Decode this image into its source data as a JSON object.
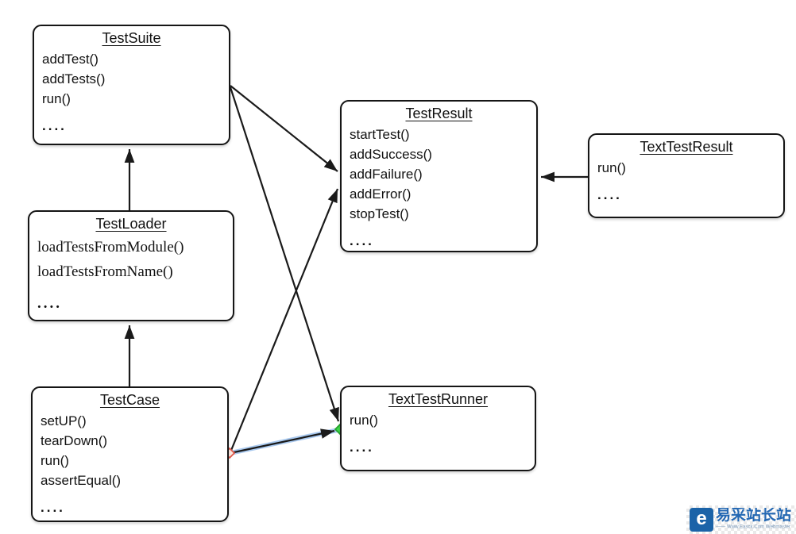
{
  "diagram": {
    "classes": [
      {
        "name": "TestSuite",
        "methods": [
          "addTest()",
          "addTests()",
          "run()",
          "...."
        ]
      },
      {
        "name": "TestLoader",
        "methods": [
          "loadTestsFromModule()",
          "loadTestsFromName()",
          "...."
        ]
      },
      {
        "name": "TestCase",
        "methods": [
          "setUP()",
          "tearDown()",
          "run()",
          "assertEqual()",
          "...."
        ]
      },
      {
        "name": "TestResult",
        "methods": [
          "startTest()",
          "addSuccess()",
          "addFailure()",
          "addError()",
          "stopTest()",
          "...."
        ]
      },
      {
        "name": "TextTestResult",
        "methods": [
          "run()",
          "...."
        ]
      },
      {
        "name": "TextTestRunner",
        "methods": [
          "run()",
          "...."
        ]
      }
    ],
    "relations": [
      {
        "from": "TestLoader",
        "to": "TestSuite",
        "selected": false
      },
      {
        "from": "TestCase",
        "to": "TestLoader",
        "selected": false
      },
      {
        "from": "TestSuite",
        "to": "TestResult",
        "selected": false
      },
      {
        "from": "TestCase",
        "to": "TestResult",
        "selected": false
      },
      {
        "from": "TestSuite",
        "to": "TextTestRunner",
        "selected": false
      },
      {
        "from": "TextTestResult",
        "to": "TestResult",
        "selected": false
      },
      {
        "from": "TestCase",
        "to": "TextTestRunner",
        "selected": true
      }
    ],
    "colors": {
      "line": "#1a1a1a",
      "selection_highlight": "#a9c9ef",
      "endpoint_source_fill": "#fdeae2",
      "endpoint_source_stroke": "#e0584a",
      "endpoint_target_fill": "#3fd84a",
      "endpoint_target_stroke": "#23a32c",
      "watermark_blue": "#1b63a8"
    }
  },
  "watermark": {
    "brand": "易采站长站",
    "subtitle": "—— Www.Easck.Com Webmaster",
    "logo_glyph": "e"
  }
}
